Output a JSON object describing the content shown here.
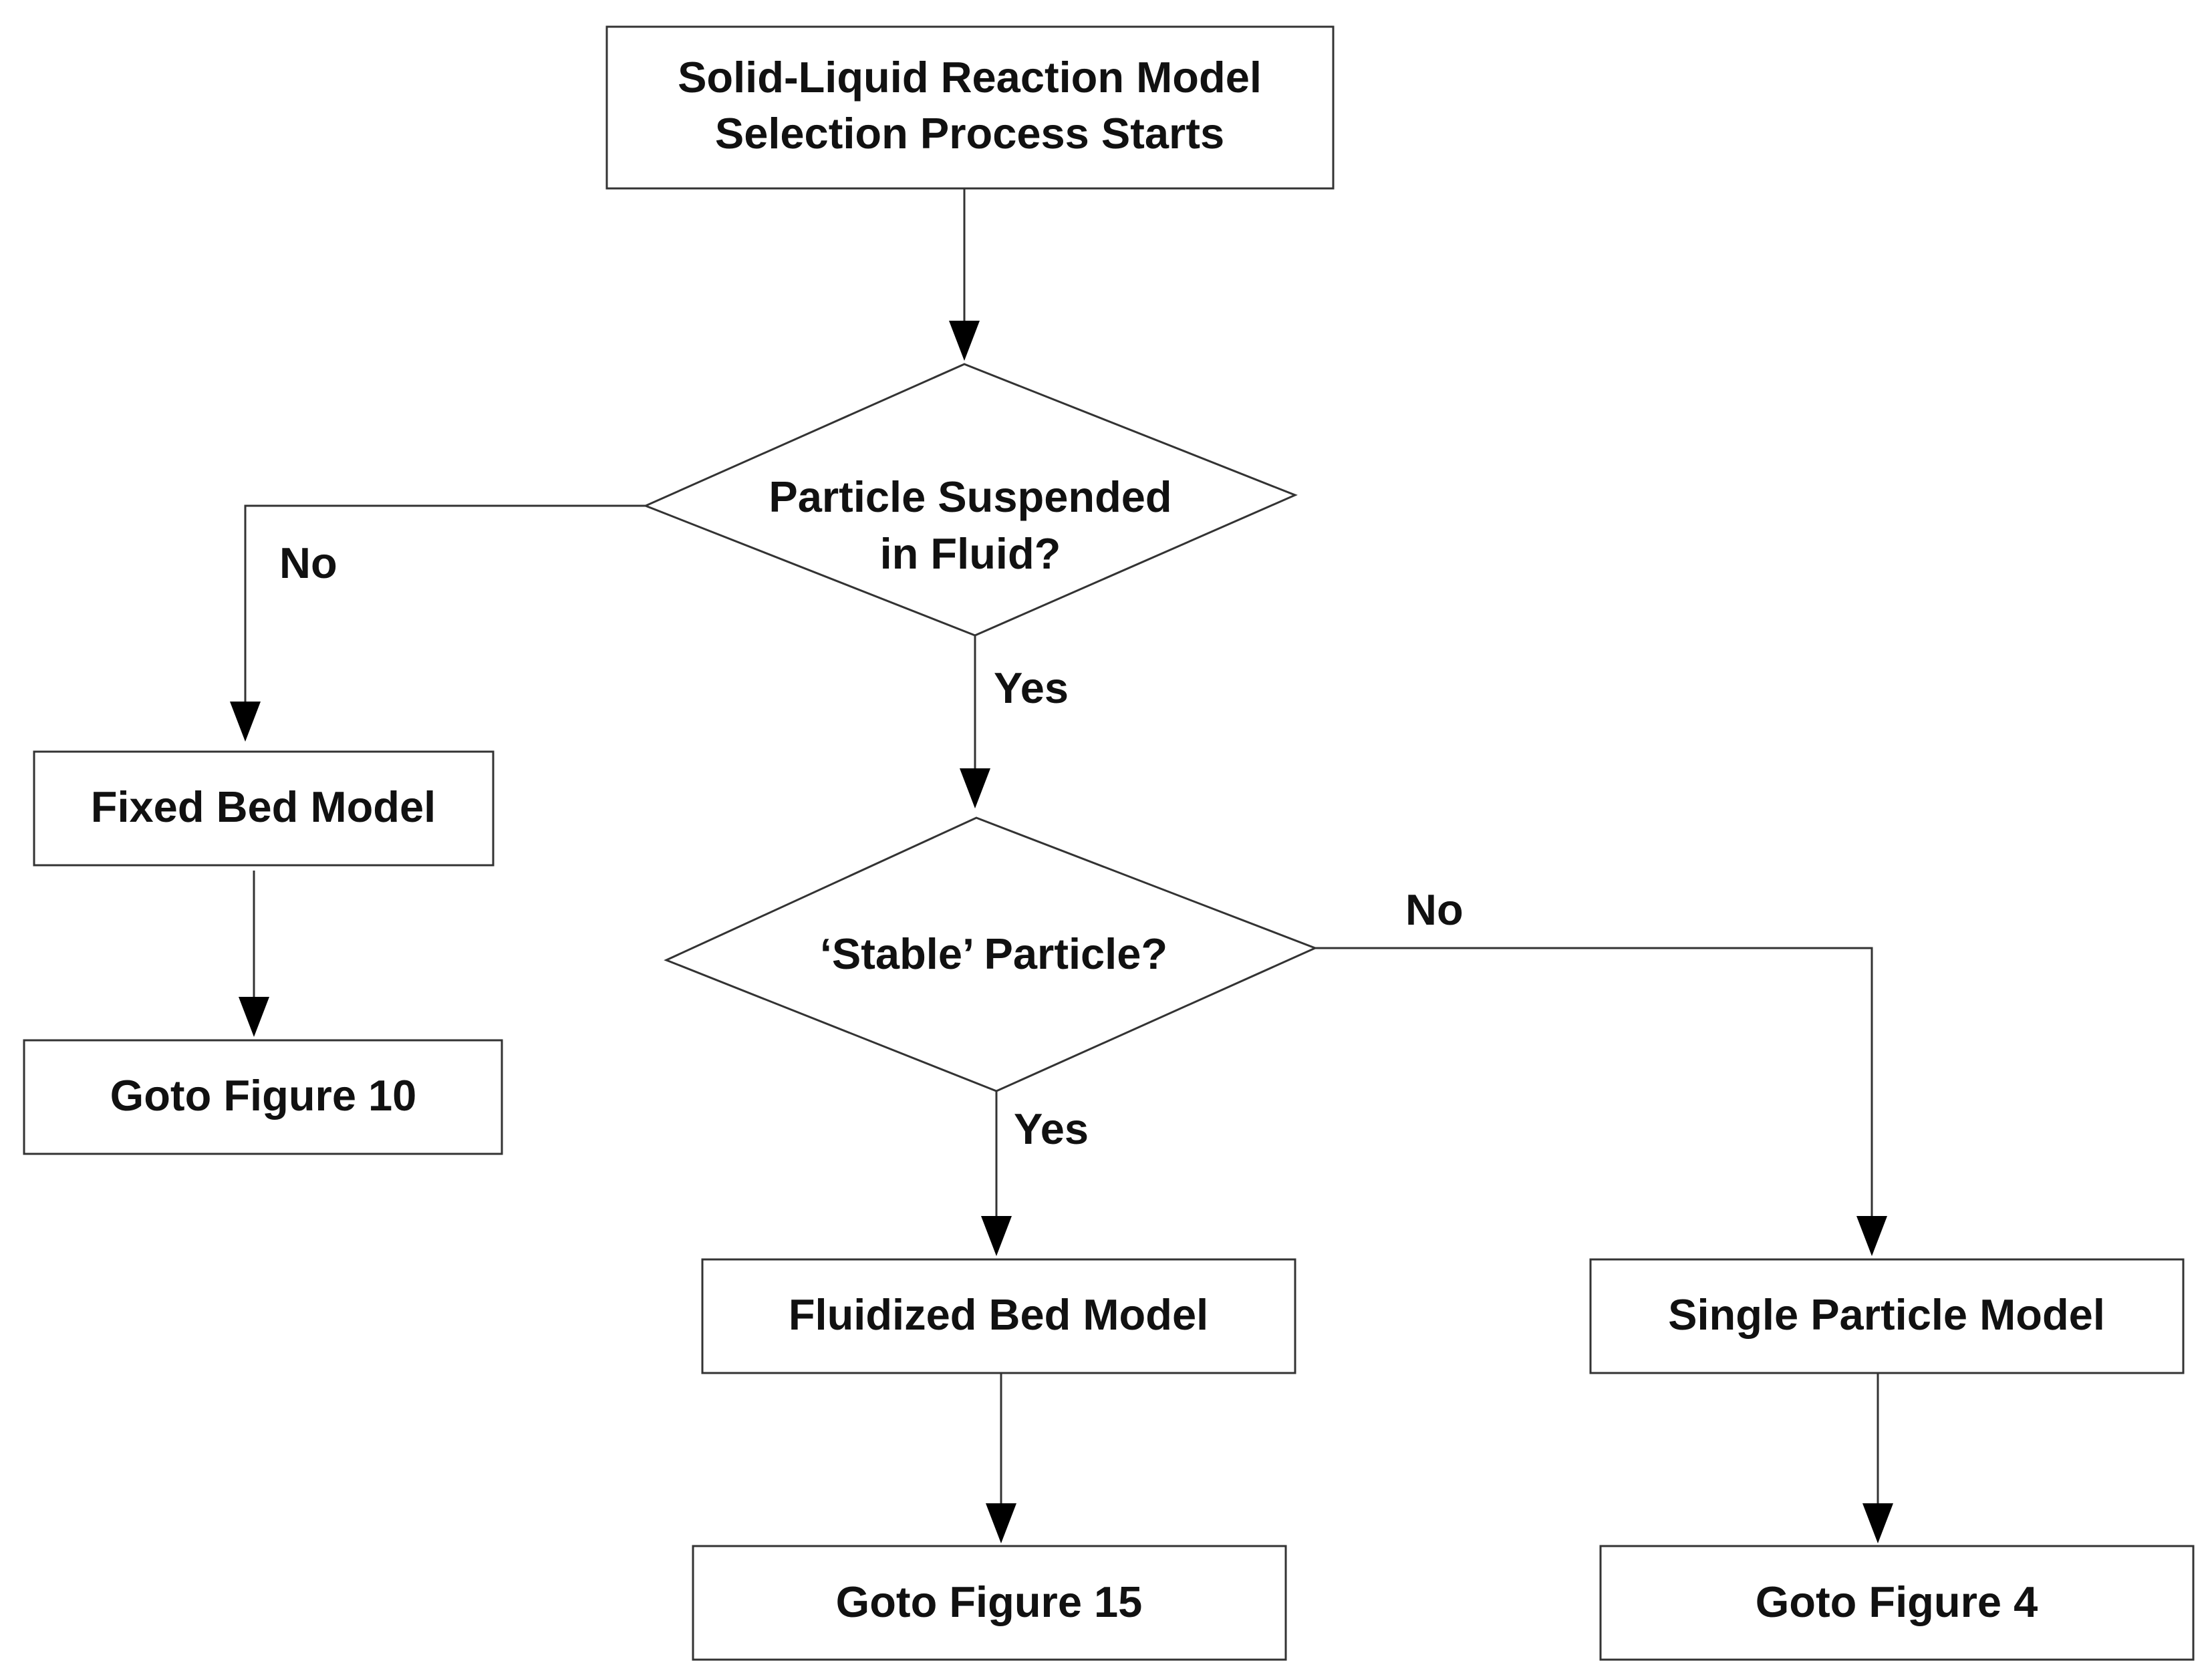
{
  "nodes": {
    "start": {
      "line1": "Solid-Liquid Reaction Model",
      "line2": "Selection Process Starts"
    },
    "decision_suspended": {
      "line1": "Particle Suspended",
      "line2": "in Fluid?"
    },
    "fixed_bed": {
      "label": "Fixed Bed Model"
    },
    "goto_fig10": {
      "label": "Goto Figure 10"
    },
    "decision_stable": {
      "label": "‘Stable’ Particle?"
    },
    "fluidized_bed": {
      "label": "Fluidized Bed Model"
    },
    "single_particle": {
      "label": "Single Particle Model"
    },
    "goto_fig15": {
      "label": "Goto Figure 15"
    },
    "goto_fig4": {
      "label": "Goto Figure 4"
    }
  },
  "edges": {
    "suspended_no": "No",
    "suspended_yes": "Yes",
    "stable_no": "No",
    "stable_yes": "Yes"
  }
}
